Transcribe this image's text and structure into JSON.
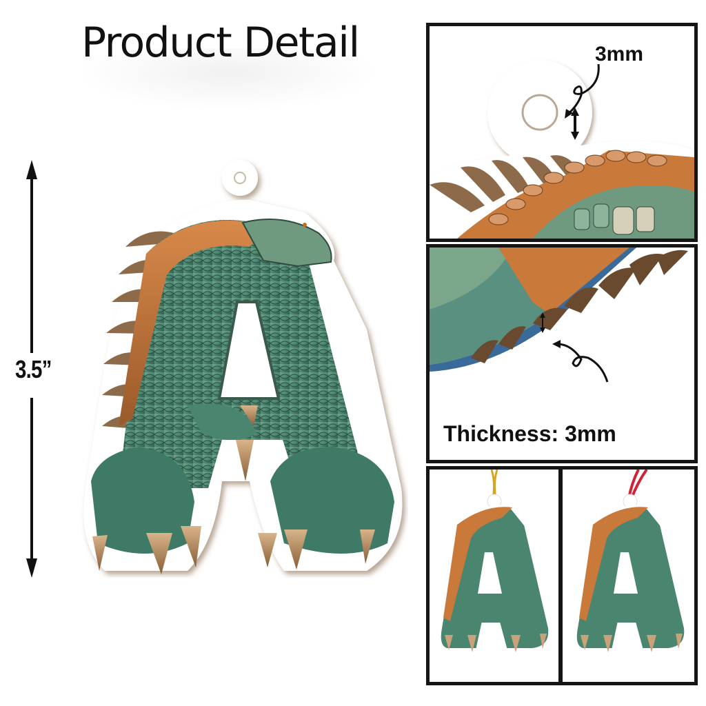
{
  "header": {
    "title": "Product Detail"
  },
  "main_image": {
    "subject": "Dinosaur letter A acrylic ornament",
    "letter": "A",
    "height_label": "3.5”"
  },
  "detail_panels": [
    {
      "id": "hole-detail",
      "label": "3mm",
      "annotation": "hanging hole diameter"
    },
    {
      "id": "thickness-detail",
      "label": "Thickness: 3mm"
    }
  ],
  "variant_panels": [
    {
      "id": "gold-string",
      "string_color": "#d9a520"
    },
    {
      "id": "red-ribbon",
      "string_color": "#cf2338"
    }
  ],
  "colors": {
    "scale_green": "#4f8a72",
    "scale_dark_green": "#2f5d4d",
    "scale_orange": "#c9793a",
    "claw_tan": "#b88a5a",
    "border_black": "#151515"
  }
}
